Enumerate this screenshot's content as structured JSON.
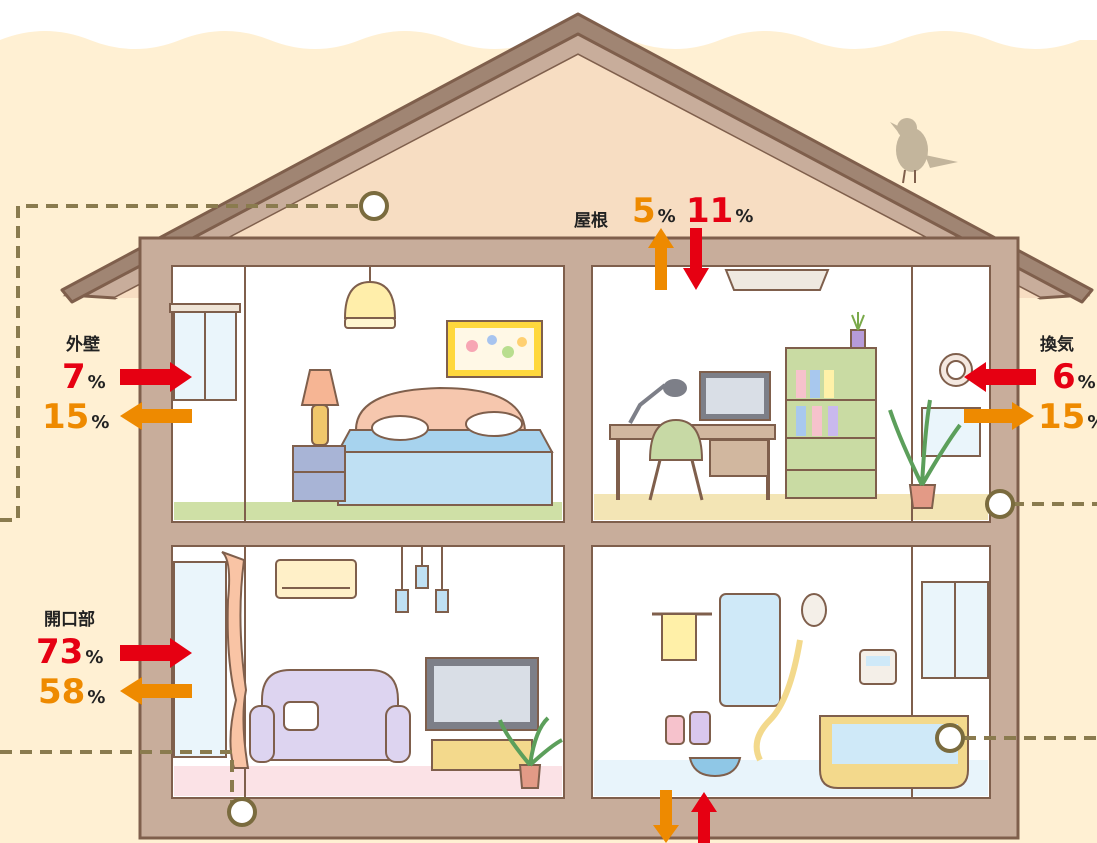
{
  "colors": {
    "heat_in": "#e60012",
    "heat_out": "#ee8a00",
    "wall": "#c8ad9b",
    "wall_edge": "#7f5f4c",
    "background": "#fff0d3"
  },
  "labels": {
    "roof": {
      "name": "屋根",
      "orange_value": "5",
      "red_value": "11",
      "unit": "%"
    },
    "exterior_wall": {
      "name": "外壁",
      "red_value": "7",
      "orange_value": "15",
      "unit": "%"
    },
    "ventilation": {
      "name": "換気",
      "red_value": "6",
      "orange_value": "15",
      "unit": "%"
    },
    "openings": {
      "name": "開口部",
      "red_value": "73",
      "orange_value": "58",
      "unit": "%"
    }
  },
  "icons": [
    "bird",
    "pendant-lamp",
    "painting",
    "bed",
    "table-lamp",
    "ceiling-light",
    "desk",
    "monitor",
    "bookshelf",
    "ventilation-fan",
    "potted-plant",
    "air-conditioner",
    "sofa",
    "tv",
    "bathtub",
    "shower",
    "mirror",
    "towel"
  ]
}
